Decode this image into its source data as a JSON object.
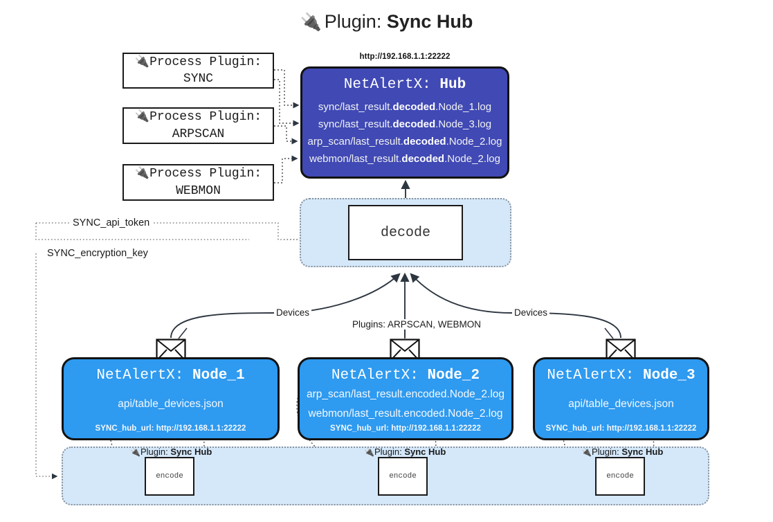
{
  "page": {
    "title_icon": "plug-icon",
    "title_prefix": "Plugin:",
    "title_name": "Sync Hub"
  },
  "colors": {
    "hub_fill": "#4049b4",
    "node_fill": "#2e9af0",
    "group_fill": "#d4e8fa",
    "border": "#121212",
    "dotted_border": "#8a9099",
    "box_fill": "#ffffff"
  },
  "process_plugins": [
    {
      "icon": "plug-icon",
      "line1": "Process Plugin:",
      "line2": "SYNC"
    },
    {
      "icon": "plug-icon",
      "line1": "Process Plugin:",
      "line2": "ARPSCAN"
    },
    {
      "icon": "plug-icon",
      "line1": "Process Plugin:",
      "line2": "WEBMON"
    }
  ],
  "hub": {
    "url": "http://192.168.1.1:22222",
    "title_prefix": "NetAlertX:",
    "title_name": "Hub",
    "logs": [
      {
        "pre": "sync/last_result.",
        "mid": "decoded",
        "post": ".Node_1.log"
      },
      {
        "pre": "sync/last_result.",
        "mid": "decoded",
        "post": ".Node_3.log"
      },
      {
        "pre": "arp_scan/last_result.",
        "mid": "decoded",
        "post": ".Node_2.log"
      },
      {
        "pre": "webmon/last_result.",
        "mid": "decoded",
        "post": ".Node_2.log"
      }
    ]
  },
  "decode": {
    "label": "decode"
  },
  "tokens": [
    {
      "label": "SYNC_api_token"
    },
    {
      "label": "SYNC_encryption_key"
    }
  ],
  "edge_labels": {
    "devices_left": "Devices",
    "devices_right": "Devices",
    "plugins_center": "Plugins: ARPSCAN, WEBMON"
  },
  "nodes": [
    {
      "title_prefix": "NetAlertX:",
      "title_name": "Node_1",
      "icon": "envelope-icon",
      "resources": [
        "api/table_devices.json"
      ],
      "footer": "SYNC_hub_url: http://192.168.1.1:22222"
    },
    {
      "title_prefix": "NetAlertX:",
      "title_name": "Node_2",
      "icon": "envelope-icon",
      "resources": [
        "arp_scan/last_result.encoded.Node_2.log",
        "webmon/last_result.encoded.Node_2.log"
      ],
      "footer": "SYNC_hub_url: http://192.168.1.1:22222"
    },
    {
      "title_prefix": "NetAlertX:",
      "title_name": "Node_3",
      "icon": "envelope-icon",
      "resources": [
        "api/table_devices.json"
      ],
      "footer": "SYNC_hub_url: http://192.168.1.1:22222"
    }
  ],
  "encoders": [
    {
      "icon": "plug-icon",
      "label_prefix": "Plugin:",
      "label_name": "Sync Hub",
      "box": "encode"
    },
    {
      "icon": "plug-icon",
      "label_prefix": "Plugin:",
      "label_name": "Sync Hub",
      "box": "encode"
    },
    {
      "icon": "plug-icon",
      "label_prefix": "Plugin:",
      "label_name": "Sync Hub",
      "box": "encode"
    }
  ]
}
